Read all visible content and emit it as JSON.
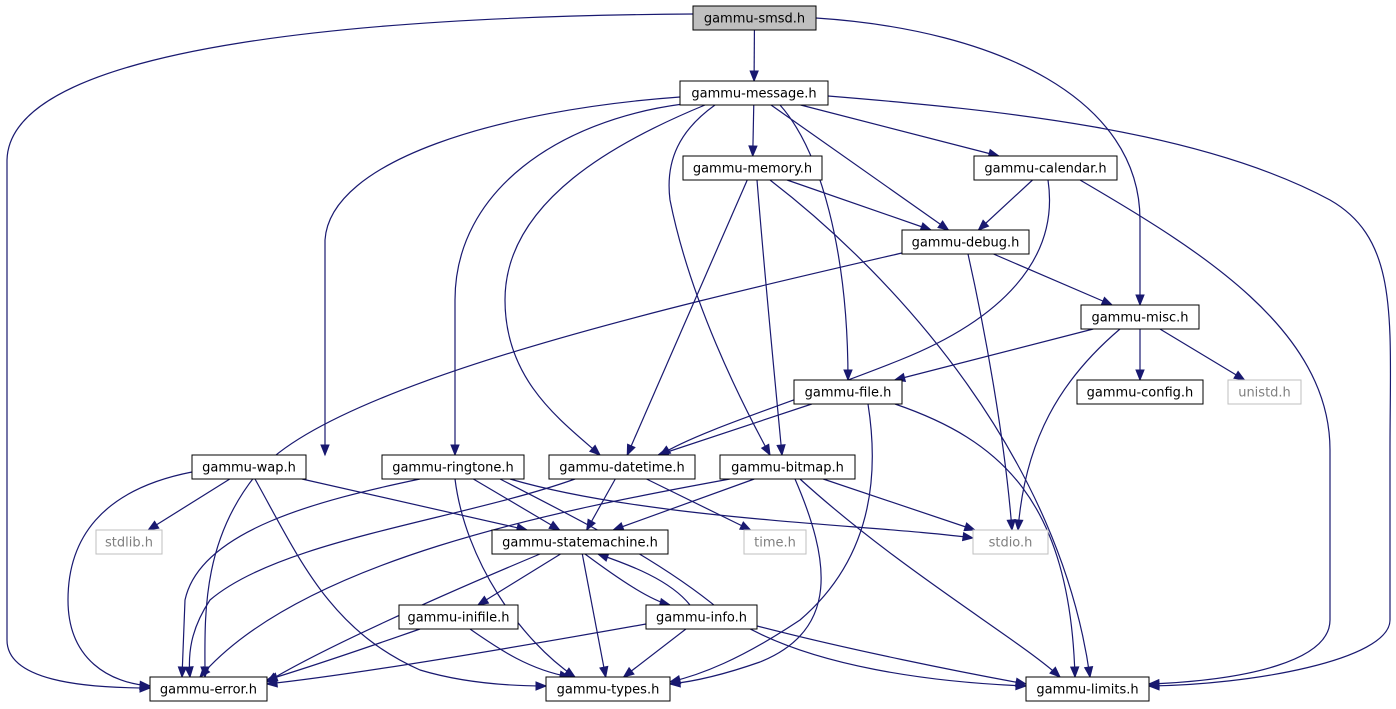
{
  "diagram": {
    "type": "include-dependency-graph",
    "colors": {
      "edge": "#191970",
      "root_fill": "#bfbfbf",
      "system_header_stroke": "#bfbfbf",
      "system_header_text": "#7f7f7f",
      "node_stroke": "#000000"
    },
    "nodes": {
      "smsd": {
        "label": "gammu-smsd.h",
        "kind": "root"
      },
      "message": {
        "label": "gammu-message.h",
        "kind": "header"
      },
      "memory": {
        "label": "gammu-memory.h",
        "kind": "header"
      },
      "calendar": {
        "label": "gammu-calendar.h",
        "kind": "header"
      },
      "debug": {
        "label": "gammu-debug.h",
        "kind": "header"
      },
      "misc": {
        "label": "gammu-misc.h",
        "kind": "header"
      },
      "file": {
        "label": "gammu-file.h",
        "kind": "header"
      },
      "config": {
        "label": "gammu-config.h",
        "kind": "header"
      },
      "unistd": {
        "label": "unistd.h",
        "kind": "system"
      },
      "wap": {
        "label": "gammu-wap.h",
        "kind": "header"
      },
      "ringtone": {
        "label": "gammu-ringtone.h",
        "kind": "header"
      },
      "datetime": {
        "label": "gammu-datetime.h",
        "kind": "header"
      },
      "bitmap": {
        "label": "gammu-bitmap.h",
        "kind": "header"
      },
      "stdlib": {
        "label": "stdlib.h",
        "kind": "system"
      },
      "statemachine": {
        "label": "gammu-statemachine.h",
        "kind": "header"
      },
      "time": {
        "label": "time.h",
        "kind": "system"
      },
      "stdio": {
        "label": "stdio.h",
        "kind": "system"
      },
      "inifile": {
        "label": "gammu-inifile.h",
        "kind": "header"
      },
      "info": {
        "label": "gammu-info.h",
        "kind": "header"
      },
      "error": {
        "label": "gammu-error.h",
        "kind": "header"
      },
      "types": {
        "label": "gammu-types.h",
        "kind": "header"
      },
      "limits": {
        "label": "gammu-limits.h",
        "kind": "header"
      }
    },
    "edges": [
      [
        "smsd",
        "message"
      ],
      [
        "smsd",
        "error"
      ],
      [
        "smsd",
        "misc"
      ],
      [
        "message",
        "memory"
      ],
      [
        "message",
        "calendar"
      ],
      [
        "message",
        "debug"
      ],
      [
        "message",
        "file"
      ],
      [
        "message",
        "wap"
      ],
      [
        "message",
        "ringtone"
      ],
      [
        "message",
        "datetime"
      ],
      [
        "message",
        "bitmap"
      ],
      [
        "message",
        "limits"
      ],
      [
        "memory",
        "debug"
      ],
      [
        "memory",
        "datetime"
      ],
      [
        "memory",
        "bitmap"
      ],
      [
        "memory",
        "limits"
      ],
      [
        "calendar",
        "debug"
      ],
      [
        "calendar",
        "datetime"
      ],
      [
        "calendar",
        "limits"
      ],
      [
        "debug",
        "misc"
      ],
      [
        "debug",
        "stdio"
      ],
      [
        "debug",
        "error"
      ],
      [
        "misc",
        "file"
      ],
      [
        "misc",
        "config"
      ],
      [
        "misc",
        "unistd"
      ],
      [
        "misc",
        "stdio"
      ],
      [
        "file",
        "datetime"
      ],
      [
        "file",
        "types"
      ],
      [
        "file",
        "limits"
      ],
      [
        "wap",
        "stdlib"
      ],
      [
        "wap",
        "statemachine"
      ],
      [
        "wap",
        "error"
      ],
      [
        "wap",
        "types"
      ],
      [
        "ringtone",
        "statemachine"
      ],
      [
        "ringtone",
        "error"
      ],
      [
        "ringtone",
        "types"
      ],
      [
        "ringtone",
        "stdio"
      ],
      [
        "ringtone",
        "limits"
      ],
      [
        "datetime",
        "statemachine"
      ],
      [
        "datetime",
        "time"
      ],
      [
        "datetime",
        "error"
      ],
      [
        "bitmap",
        "statemachine"
      ],
      [
        "bitmap",
        "stdio"
      ],
      [
        "bitmap",
        "error"
      ],
      [
        "bitmap",
        "types"
      ],
      [
        "bitmap",
        "limits"
      ],
      [
        "statemachine",
        "inifile"
      ],
      [
        "statemachine",
        "info"
      ],
      [
        "statemachine",
        "error"
      ],
      [
        "statemachine",
        "types"
      ],
      [
        "info",
        "statemachine"
      ],
      [
        "info",
        "error"
      ],
      [
        "info",
        "types"
      ],
      [
        "info",
        "limits"
      ],
      [
        "inifile",
        "error"
      ],
      [
        "inifile",
        "types"
      ]
    ]
  }
}
